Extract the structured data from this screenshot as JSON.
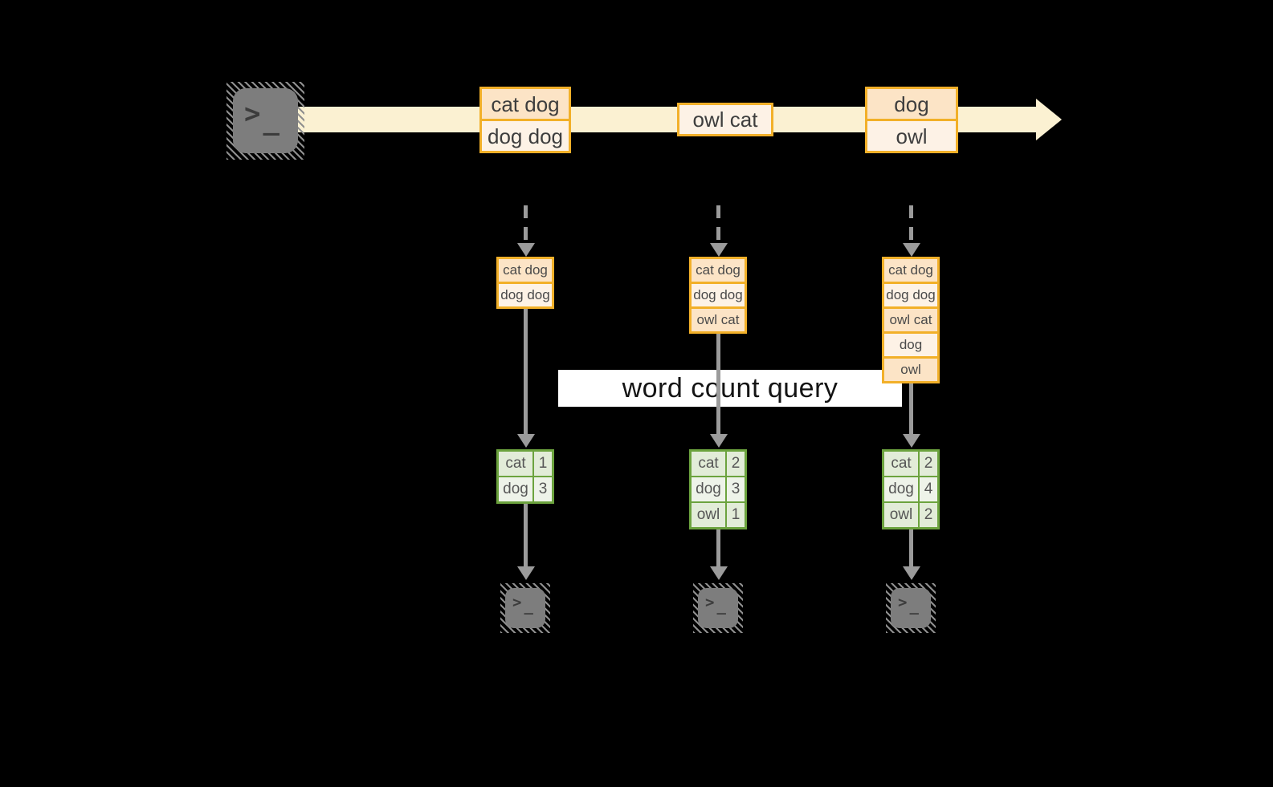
{
  "colors": {
    "background": "#000000",
    "stream_band": "#fbf1d2",
    "event_border": "#f2b029",
    "event_fill_dark": "#fce4c6",
    "event_fill_light": "#fdf2e6",
    "table_border": "#6ca33e",
    "table_fill_dark": "#e2ecd8",
    "table_fill_light": "#eef3e9",
    "arrow_gray": "#9b9b9b",
    "query_band_bg": "#ffffff",
    "terminal_gray": "#7d7d7d"
  },
  "icons": {
    "producer": "terminal-icon",
    "consumer": "terminal-icon",
    "prompt": ">",
    "cursor": "_"
  },
  "stream": {
    "events": [
      {
        "lines": [
          "cat dog",
          "dog dog"
        ]
      },
      {
        "lines": [
          "owl cat"
        ]
      },
      {
        "lines": [
          "dog",
          "owl"
        ]
      }
    ]
  },
  "query": {
    "label": "word count query"
  },
  "columns": [
    {
      "buffer": [
        "cat dog",
        "dog dog"
      ],
      "counts": [
        {
          "word": "cat",
          "count": "1"
        },
        {
          "word": "dog",
          "count": "3"
        }
      ]
    },
    {
      "buffer": [
        "cat dog",
        "dog dog",
        "owl cat"
      ],
      "counts": [
        {
          "word": "cat",
          "count": "2"
        },
        {
          "word": "dog",
          "count": "3"
        },
        {
          "word": "owl",
          "count": "1"
        }
      ]
    },
    {
      "buffer": [
        "cat dog",
        "dog dog",
        "owl cat",
        "dog",
        "owl"
      ],
      "counts": [
        {
          "word": "cat",
          "count": "2"
        },
        {
          "word": "dog",
          "count": "4"
        },
        {
          "word": "owl",
          "count": "2"
        }
      ]
    }
  ]
}
